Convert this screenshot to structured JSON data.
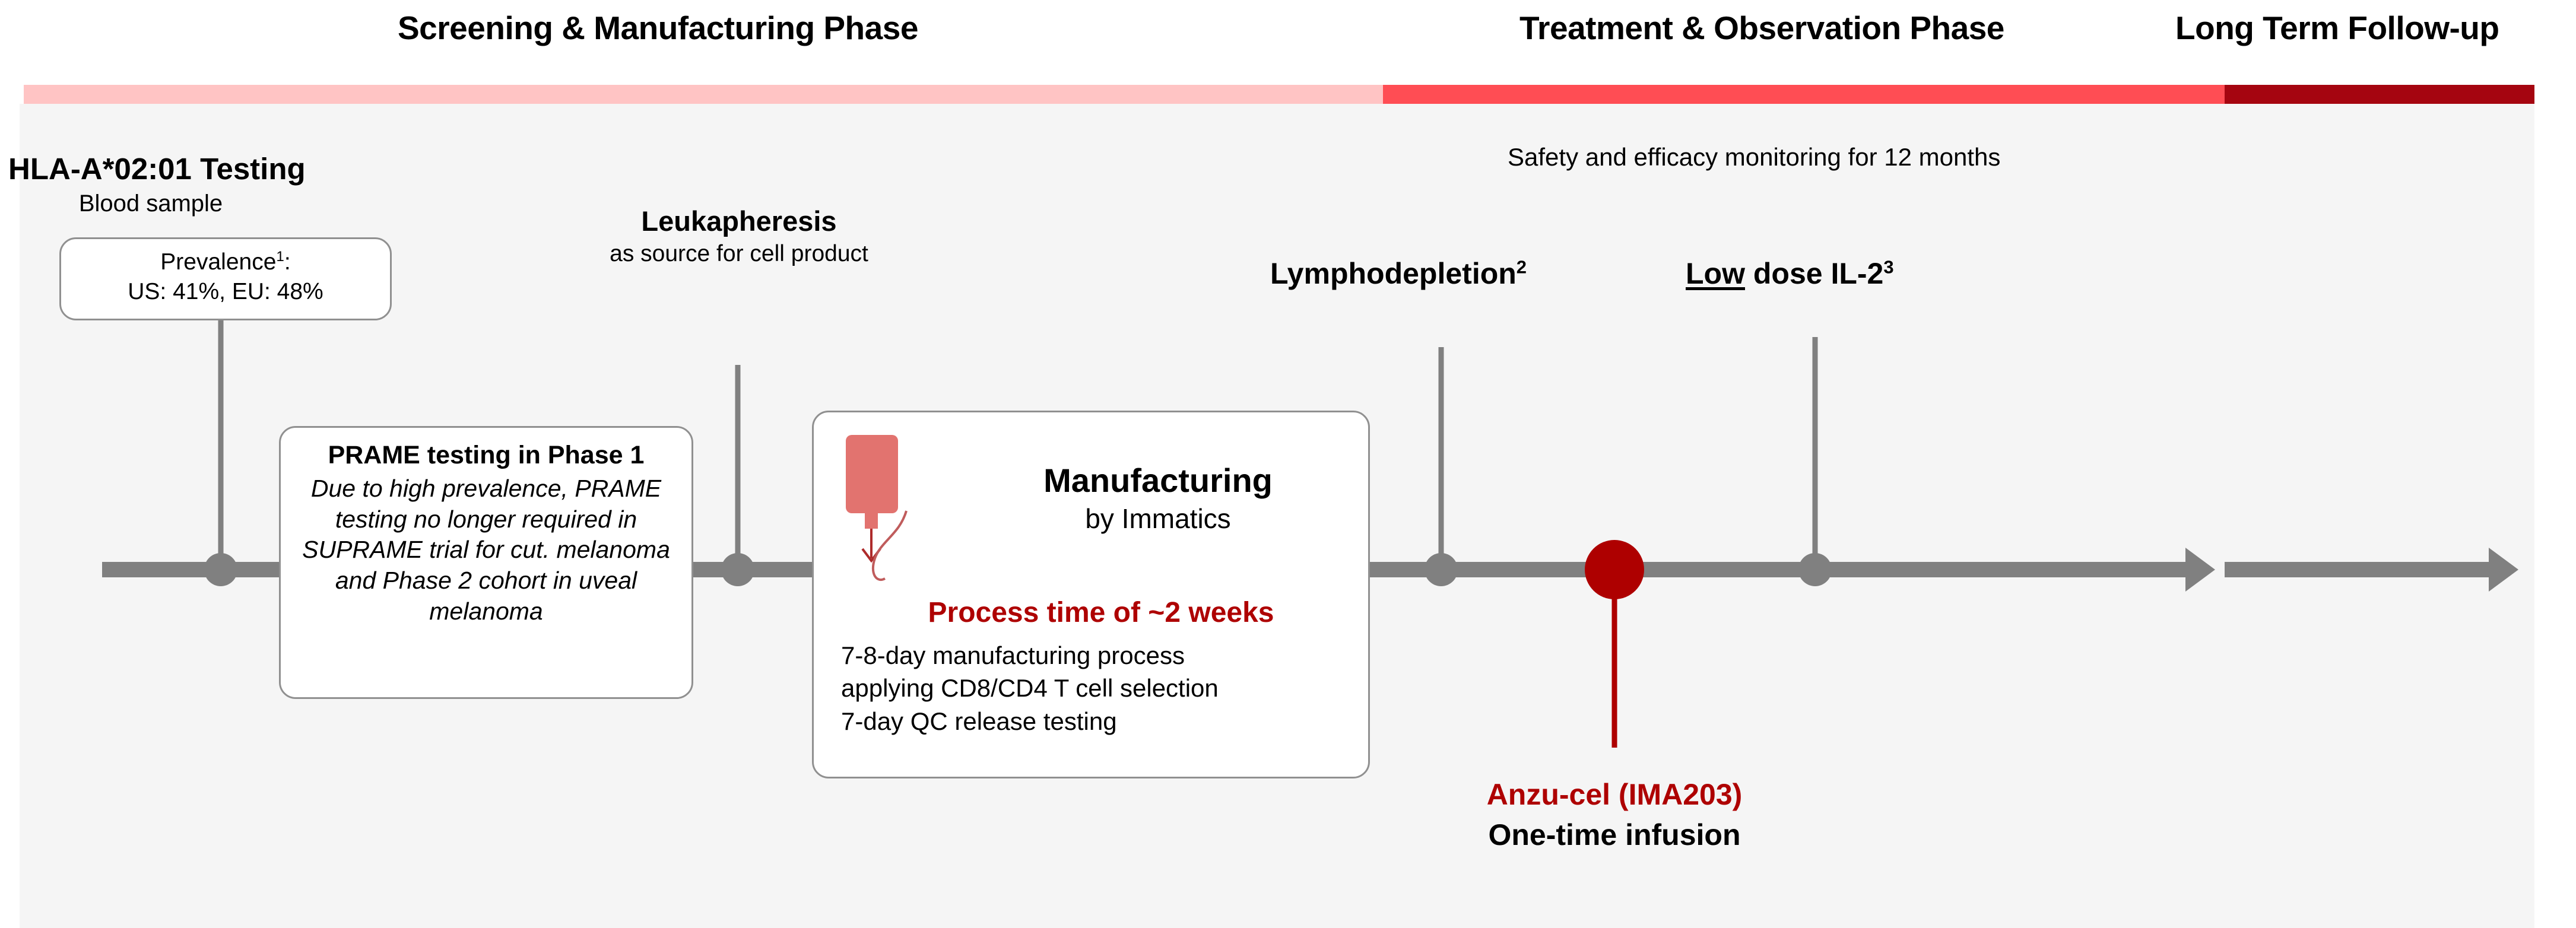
{
  "phases": [
    {
      "label": "Screening & Manufacturing Phase",
      "color": "#FFC4C4"
    },
    {
      "label": "Treatment & Observation Phase",
      "color": "#FF4D54"
    },
    {
      "label": "Long Term Follow-up",
      "color": "#A50510"
    }
  ],
  "colors": {
    "panel_background": "#F5F5F5",
    "timeline_gray": "#808080",
    "accent_red": "#AE0000",
    "process_red": "#AE0000",
    "bag_red": "#E2736F",
    "card_border": "#909090"
  },
  "screening": {
    "hla_title": "HLA-A*02:01 Testing",
    "hla_subtitle": "Blood sample",
    "prevalence_card": {
      "line1_text": "Prevalence",
      "line1_superscript": "1",
      "line1_suffix": ":",
      "line2": "US: 41%, EU: 48%"
    },
    "prame_card": {
      "title": "PRAME testing in Phase 1",
      "body": "Due to high prevalence, PRAME testing no longer required in SUPRAME trial for cut. melanoma and Phase 2 cohort in uveal melanoma"
    }
  },
  "leukapheresis": {
    "title": "Leukapheresis",
    "subtitle": "as source for cell product"
  },
  "manufacturing": {
    "icon": "blood-bag-icon",
    "title": "Manufacturing",
    "subtitle": "by Immatics",
    "process_time": "Process time of ~2 weeks",
    "details": [
      "7-8-day manufacturing process",
      "applying CD8/CD4 T cell selection",
      "7-day QC release testing"
    ]
  },
  "treatment": {
    "monitoring_note": "Safety and efficacy monitoring for 12 months",
    "lymphodepletion": {
      "label": "Lymphodepletion",
      "superscript": "2"
    },
    "il2": {
      "underlined": "Low",
      "rest": " dose IL-2",
      "superscript": "3"
    },
    "infusion": {
      "product": "Anzu-cel (IMA203)",
      "description": "One-time infusion"
    }
  }
}
